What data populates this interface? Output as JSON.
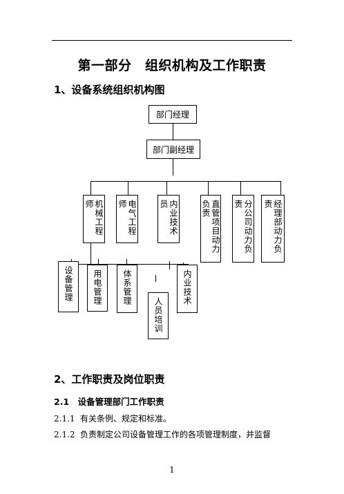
{
  "document": {
    "title": "第一部分　组织机构及工作职责",
    "section1_heading": "1、设备系统组织机构图",
    "org_chart": {
      "level1": "部门经理",
      "level2": "部门副经理",
      "level3": [
        "机械工程师",
        "电气工程师",
        "内业技术员",
        "直管项目动力负责",
        "分公司动力负责",
        "经理部动力负责"
      ],
      "level4": [
        "设备管理",
        "用电管理",
        "体系管理",
        "人员培训",
        "内业技术"
      ]
    },
    "section2_heading": "2、工作职责及岗位职责",
    "subsection_heading": "2.1　设备管理部门工作职责",
    "paragraphs": [
      {
        "num": "2.1.1",
        "text": "有关条例、规定和标准。"
      },
      {
        "num": "2.1.2",
        "text": "负责制定公司设备管理工作的各项管理制度，并监督"
      }
    ],
    "page_number": "1"
  }
}
